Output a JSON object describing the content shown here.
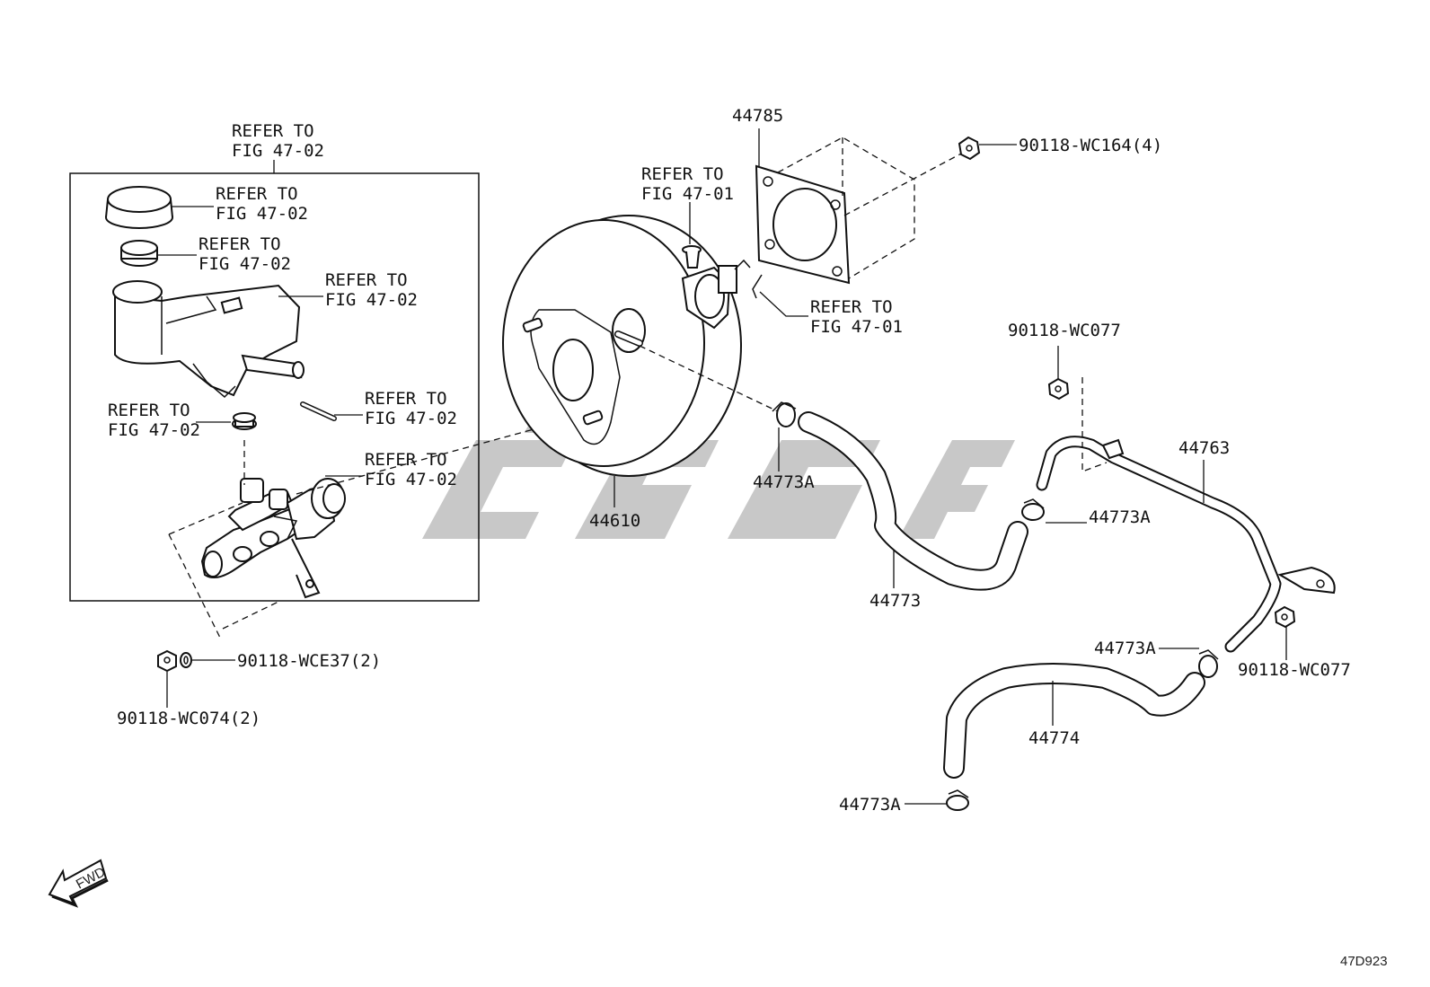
{
  "watermark": {
    "color": "#c8c8c8"
  },
  "labels": {
    "refer_top_1": "REFER TO",
    "refer_top_2": "FIG 47-02",
    "refer_cap_1": "REFER TO",
    "refer_cap_2": "FIG 47-02",
    "refer_ring_1": "REFER TO",
    "refer_ring_2": "FIG 47-02",
    "refer_reservoir_1": "REFER TO",
    "refer_reservoir_2": "FIG 47-02",
    "refer_grommet_1": "REFER TO",
    "refer_grommet_2": "FIG 47-02",
    "refer_pin_1": "REFER TO",
    "refer_pin_2": "FIG 47-02",
    "refer_seal_1": "REFER TO",
    "refer_seal_2": "FIG 47-02",
    "refer_pushrod_1": "REFER TO",
    "refer_pushrod_2": "FIG 47-01",
    "refer_clip_1": "REFER TO",
    "refer_clip_2": "FIG 47-01",
    "p44785": "44785",
    "p90118_wc164": "90118-WC164(4)",
    "p90118_wc077_a": "90118-WC077",
    "p44763": "44763",
    "p44773a_1": "44773A",
    "p44773a_2": "44773A",
    "p44773a_3": "44773A",
    "p44773a_4": "44773A",
    "p44610": "44610",
    "p44773": "44773",
    "p90118_wc077_b": "90118-WC077",
    "p44774": "44774",
    "p90118_wce37": "90118-WCE37(2)",
    "p90118_wc074": "90118-WC074(2)",
    "fwd": "FWD",
    "figure_code": "47D923"
  }
}
